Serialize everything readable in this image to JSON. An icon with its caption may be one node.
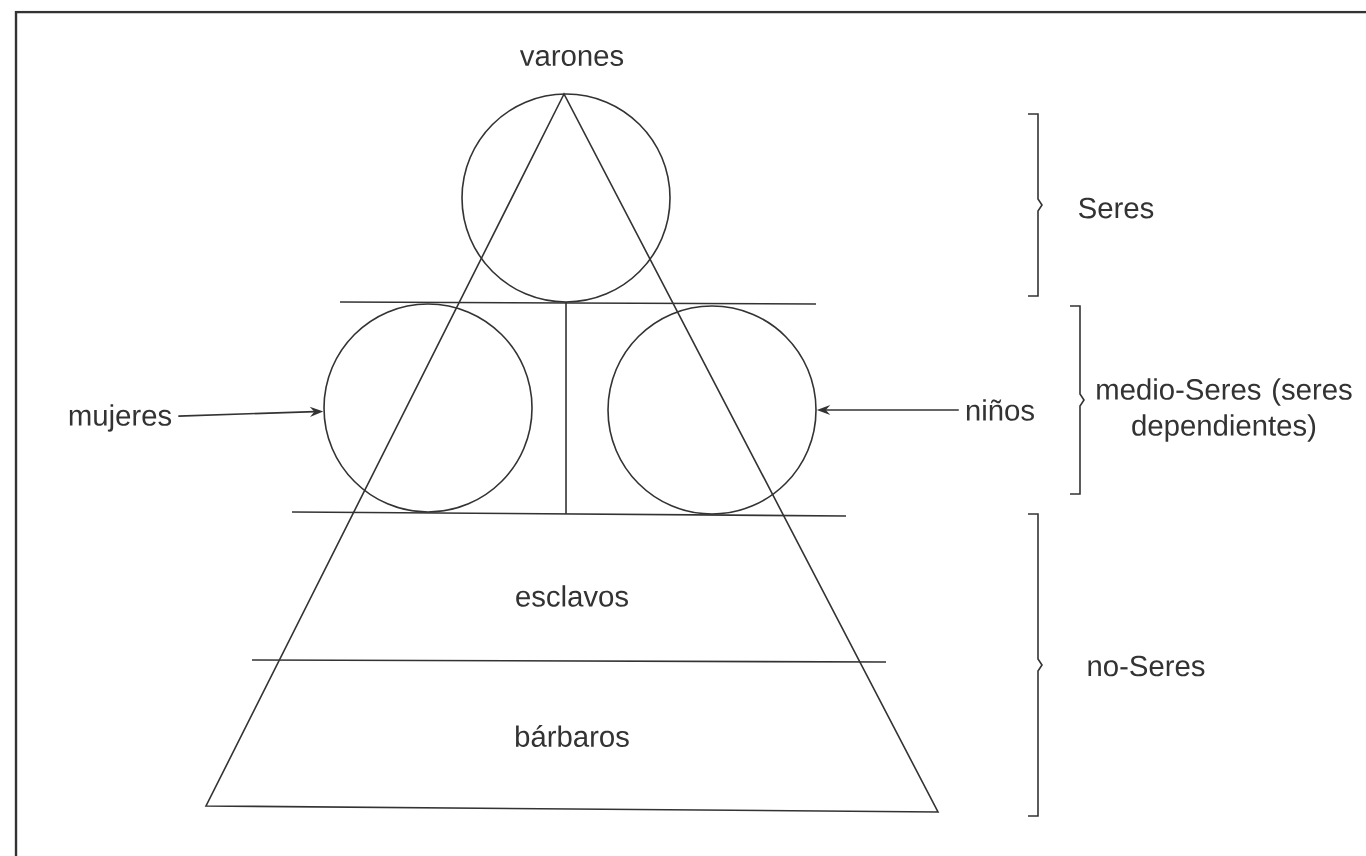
{
  "diagram": {
    "nodes": [
      {
        "text": [
          "varones"
        ]
      },
      {
        "text": [
          "mujeres"
        ]
      },
      {
        "text": [],
        "shape": "circle"
      },
      {
        "text": [],
        "shape": "circle"
      },
      {
        "text": [
          "niños"
        ]
      },
      {
        "text": [
          "esclavos"
        ]
      },
      {
        "text": [
          "bárbaros"
        ]
      }
    ],
    "edges": [
      {
        "from": 1,
        "to": 2,
        "arrow": "to"
      },
      {
        "from": 4,
        "to": 3,
        "arrow": "to"
      }
    ],
    "labels": [
      "Seres",
      "medio-Seres (seres dependientes)",
      "no-Seres"
    ]
  }
}
